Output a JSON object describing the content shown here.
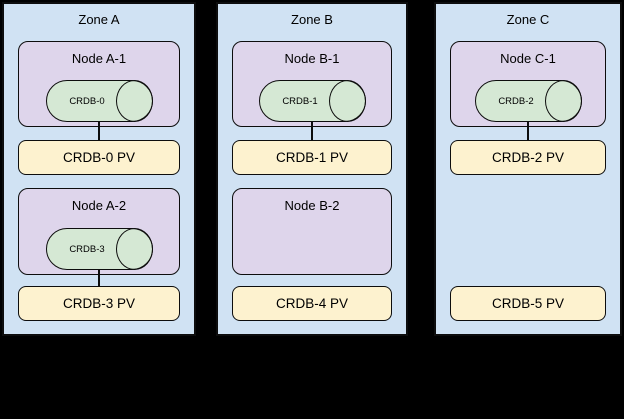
{
  "diagram_type": "kubernetes-multi-zone-cockroachdb-topology",
  "colors": {
    "canvas-bg": "#000000",
    "zone-fill": "#d0e2f3",
    "node-fill": "#ded5eb",
    "db-fill": "#d5e8d4",
    "pv-fill": "#fdf2cf",
    "line": "#0d0d0d",
    "text": "#000000"
  },
  "zones": [
    {
      "title": "Zone A",
      "rows": [
        {
          "node": {
            "title": "Node A-1",
            "db": "CRDB-0"
          },
          "pv": "CRDB-0 PV",
          "connected": true
        },
        {
          "node": {
            "title": "Node A-2",
            "db": "CRDB-3"
          },
          "pv": "CRDB-3 PV",
          "connected": true
        }
      ]
    },
    {
      "title": "Zone B",
      "rows": [
        {
          "node": {
            "title": "Node B-1",
            "db": "CRDB-1"
          },
          "pv": "CRDB-1 PV",
          "connected": true
        },
        {
          "node": {
            "title": "Node B-2",
            "db": null
          },
          "pv": "CRDB-4 PV",
          "connected": false
        }
      ]
    },
    {
      "title": "Zone C",
      "rows": [
        {
          "node": {
            "title": "Node C-1",
            "db": "CRDB-2"
          },
          "pv": "CRDB-2 PV",
          "connected": true
        },
        {
          "node": null,
          "pv": "CRDB-5 PV",
          "connected": false
        }
      ]
    }
  ]
}
